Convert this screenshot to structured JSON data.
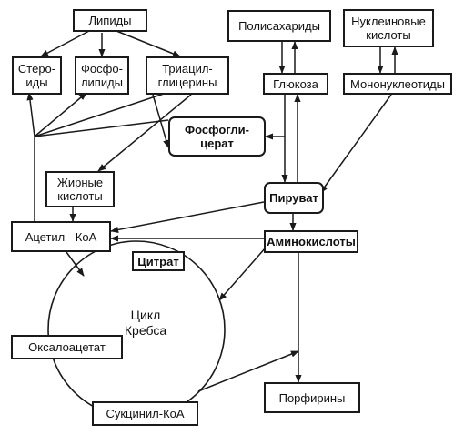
{
  "diagram": {
    "nodes": {
      "lipids": "Липиды",
      "steroids": "Стеро-\nиды",
      "phospholipids": "Фосфо-\nлипиды",
      "triacylglycerols": "Триацил-\nглицерины",
      "polysaccharides": "Полисахариды",
      "nucleic_acids": "Нуклеиновые\nкислоты",
      "glucose": "Глюкоза",
      "mononucleotides": "Мононуклеотиды",
      "phosphoglycerate": "Фосфогли-\nцерат",
      "fatty_acids": "Жирные\nкислоты",
      "pyruvate": "Пируват",
      "acetyl_coa": "Ацетил - КоА",
      "amino_acids": "Аминокислоты",
      "citrate": "Цитрат",
      "oxaloacetate": "Оксалоацетат",
      "succinyl_coa": "Сукцинил-КоА",
      "porphyrins": "Порфирины"
    },
    "cycle_label": "Цикл\nКребса"
  }
}
